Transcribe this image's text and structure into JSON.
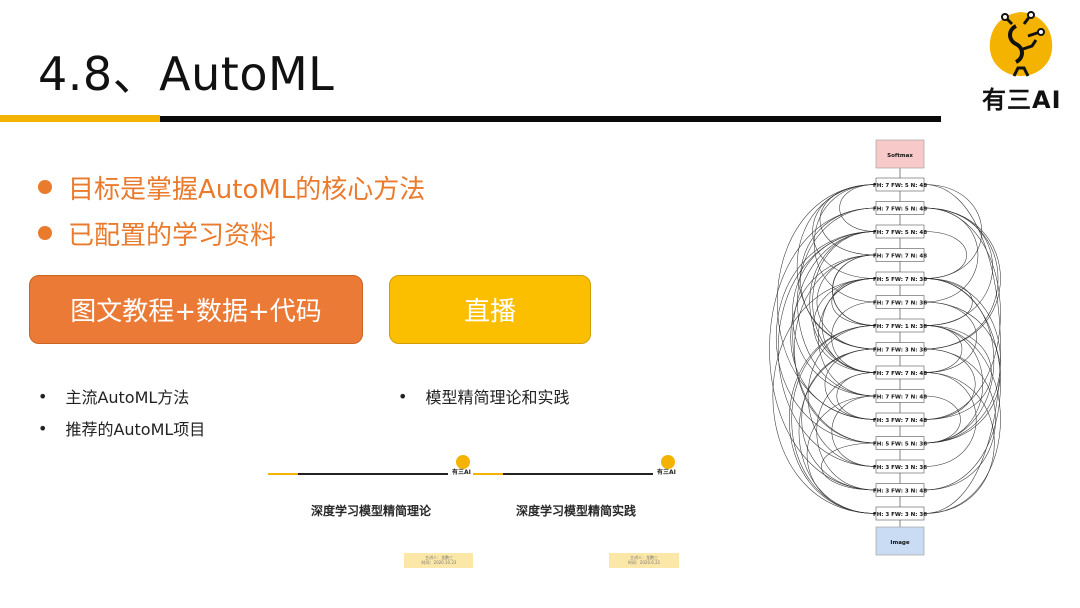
{
  "slide": {
    "title": "4.8、AutoML",
    "logo_text": "有三AI"
  },
  "bullets": [
    {
      "text": "目标是掌握AutoML的核心方法"
    },
    {
      "text": "已配置的学习资料"
    }
  ],
  "buttons": {
    "tutorial": "图文教程+数据+代码",
    "live": "直播"
  },
  "sub_lists": {
    "left": [
      "主流AutoML方法",
      "推荐的AutoML项目"
    ],
    "right": [
      "模型精简理论和实践"
    ]
  },
  "thumbnails": [
    {
      "title": "深度学习模型精简理论",
      "logo_text": "有三AI",
      "note": [
        "主讲人：龙鹏三",
        "时间：2020.10.23"
      ]
    },
    {
      "title": "深度学习模型精简实践",
      "logo_text": "有三AI",
      "note": [
        "主讲人：龙鹏三",
        "时间：2020.6.21"
      ]
    }
  ],
  "diagram": {
    "top_node": "Softmax",
    "bottom_node": "Image",
    "layers": [
      "FH: 7 FW: 5 N: 48",
      "FH: 7 FW: 5 N: 48",
      "FH: 7 FW: 5 N: 48",
      "FH: 7 FW: 7 N: 48",
      "FH: 5 FW: 7 N: 36",
      "FH: 7 FW: 7 N: 36",
      "FH: 7 FW: 1 N: 36",
      "FH: 7 FW: 3 N: 36",
      "FH: 7 FW: 7 N: 48",
      "FH: 7 FW: 7 N: 48",
      "FH: 3 FW: 7 N: 48",
      "FH: 5 FW: 5 N: 36",
      "FH: 3 FW: 3 N: 36",
      "FH: 3 FW: 3 N: 48",
      "FH: 3 FW: 3 N: 36"
    ]
  },
  "colors": {
    "accent_orange": "#ea7a35",
    "accent_yellow": "#fcbf00",
    "bar_yellow": "#f5b301"
  }
}
